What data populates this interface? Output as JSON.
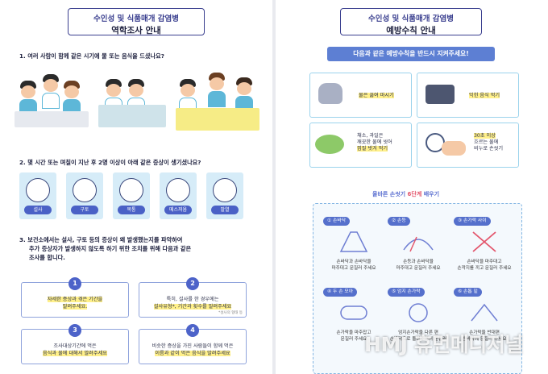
{
  "left": {
    "title_line1": "수인성 및 식품매개 감염병",
    "title_line2": "역학조사 안내",
    "q1": "1. 여러 사람이 함께 같은 시기에 물 또는 음식을 드셨나요?",
    "q2": "2. 몇 시간 또는 며칠이 지난 후 2명 이상이 아래 같은 증상이 생기셨나요?",
    "symptoms": [
      "설사",
      "구토",
      "복통",
      "메스꺼움",
      "발열"
    ],
    "q3_line1": "3. 보건소에서는 설사, 구토 등의 증상이 왜 발생했는지를 파악하여",
    "q3_line2": "추가 증상자가 발생하지 않도록 하기 위한 조치를 위해 다음과 같은",
    "q3_line3": "조사를 합니다.",
    "steps": [
      {
        "num": "1",
        "line1": "자세한 증상과 겪은 기간을",
        "line2": "말려주세요.",
        "note": ""
      },
      {
        "num": "2",
        "line1": "특히, 설사를 한 경우에는",
        "line2": "설사유형*, 기간과 횟수를 말려주세요",
        "note": "*설사의 형태 등"
      },
      {
        "num": "3",
        "line1": "조사대상기간에 먹은",
        "line2": "음식과 물에 대해서 말려주세요",
        "note": ""
      },
      {
        "num": "4",
        "line1": "비슷한 증상을 가진 사람들이 함께 먹은",
        "line2": "이름과 같이 먹은 음식을 말려주세요",
        "note": ""
      }
    ]
  },
  "right": {
    "title_line1": "수인성 및 식품매개 감염병",
    "title_line2": "예방수칙 안내",
    "banner": "다음과 같은 예방수칙을 반드시 지켜주세요!",
    "rules": [
      {
        "line1": "물은 끓여 마시기",
        "line2": "",
        "line3": ""
      },
      {
        "line1": "익힌 음식 먹기",
        "line2": "",
        "line3": ""
      },
      {
        "line1": "채소, 과일은",
        "line2": "깨끗한 물에 씻어",
        "line3": "껍질 벗겨 먹기"
      },
      {
        "line1": "30초 이상",
        "line2": "흐르는 물에",
        "line3": "비누로 손씻기"
      }
    ],
    "wash_title_prefix": "올바른 손씻기",
    "wash_title_highlight": "6단계",
    "wash_title_suffix": "배우기",
    "wash_steps": [
      {
        "tag": "① 손바닥",
        "line1": "손바닥과 손바닥을",
        "line2": "마주대고 문질러 주세요"
      },
      {
        "tag": "② 손등",
        "line1": "손등과 손바닥을",
        "line2": "마주대고 문질러 주세요"
      },
      {
        "tag": "③ 손가락 사이",
        "line1": "손바닥을 마주대고",
        "line2": "손깍지를 끼고 문질러 주세요"
      },
      {
        "tag": "④ 두 손 모아",
        "line1": "손가락을 마주잡고",
        "line2": "문질러 주세요"
      },
      {
        "tag": "⑤ 엄지 손가락",
        "line1": "엄지손가락을 다른 편",
        "line2": "손바닥으로 돌려주면서 문질러"
      },
      {
        "tag": "⑥ 손톱 밑",
        "line1": "손가락을 반대편",
        "line2": "손바닥에 문질러 주세요"
      }
    ]
  },
  "watermark": "HMJ 휴먼메디저널",
  "colors": {
    "navy": "#3a3f8f",
    "blue": "#5d7fd3",
    "sky": "#d6ecf8",
    "yellow": "#f6ec86",
    "pink": "#e3556b"
  }
}
